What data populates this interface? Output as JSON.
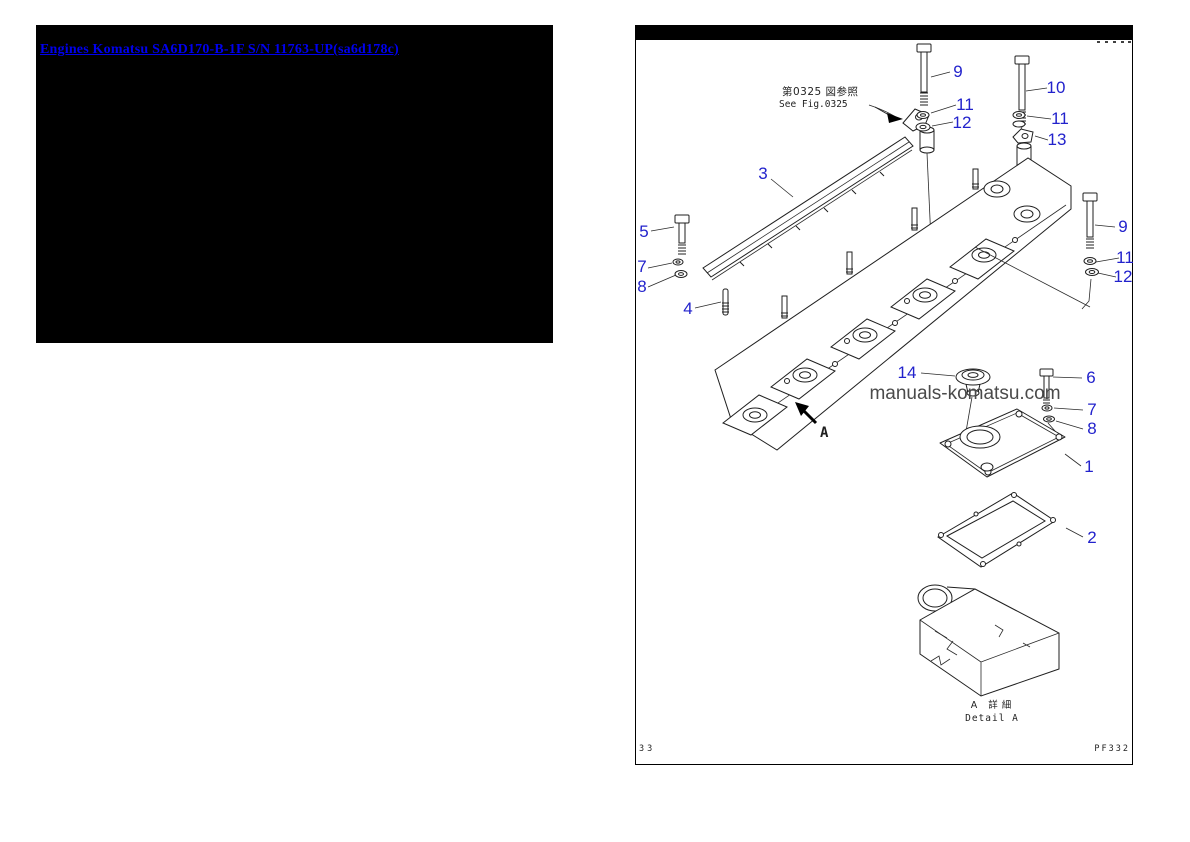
{
  "header_link": {
    "text": "Engines Komatsu SA6D170-B-1F S/N 11763-UP(sa6d178c)"
  },
  "diagram": {
    "figure_reference": {
      "jp": "第0325 図参照",
      "en": "See Fig.0325"
    },
    "watermark": "manuals-komatsu.com",
    "view_arrow_label": "A",
    "detail_label": {
      "jp": "A 詳細",
      "en": "Detail A"
    },
    "footer": {
      "left_code": "33",
      "right_code": "PF332"
    },
    "colors": {
      "callout": "#2222cc",
      "link": "#0000ee",
      "watermark": "#4a4a4a",
      "panel": "#000000"
    },
    "callouts": [
      {
        "label": "9"
      },
      {
        "label": "11"
      },
      {
        "label": "12"
      },
      {
        "label": "10"
      },
      {
        "label": "11"
      },
      {
        "label": "13"
      },
      {
        "label": "3"
      },
      {
        "label": "5"
      },
      {
        "label": "7"
      },
      {
        "label": "8"
      },
      {
        "label": "4"
      },
      {
        "label": "9"
      },
      {
        "label": "11"
      },
      {
        "label": "12"
      },
      {
        "label": "14"
      },
      {
        "label": "6"
      },
      {
        "label": "7"
      },
      {
        "label": "8"
      },
      {
        "label": "1"
      },
      {
        "label": "2"
      }
    ]
  }
}
